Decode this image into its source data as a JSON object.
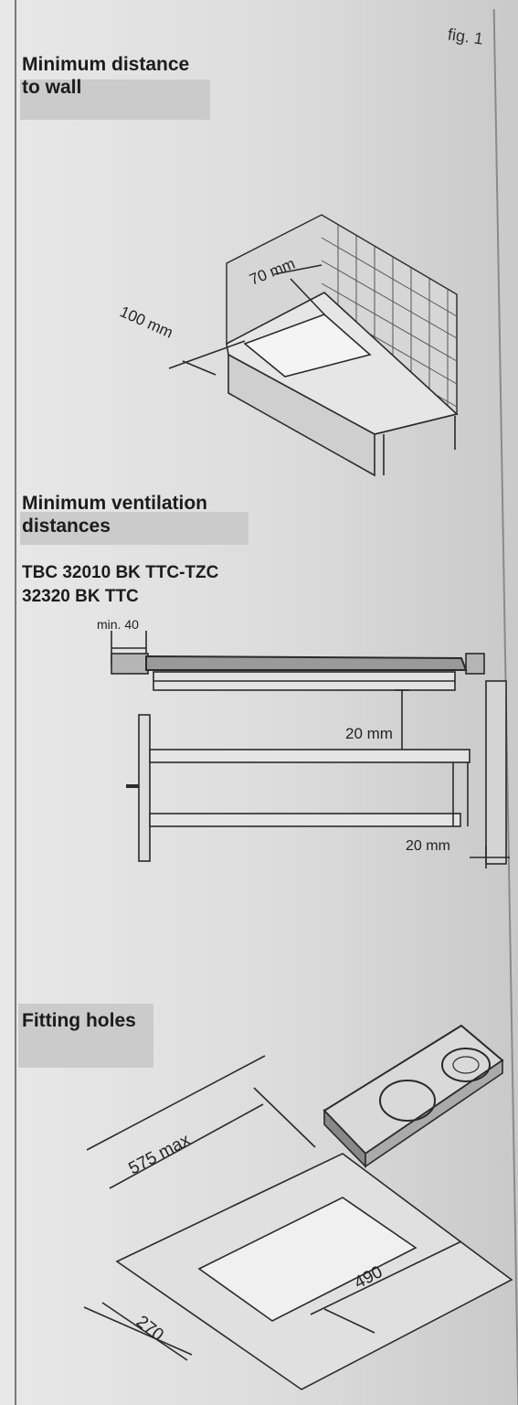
{
  "fig_label": "fig. 1",
  "sections": {
    "wall": {
      "title_line1": "Minimum distance",
      "title_line2": "to wall",
      "dim_back": "70 mm",
      "dim_side": "100 mm"
    },
    "ventilation": {
      "title_line1": "Minimum ventilation",
      "title_line2": "distances",
      "model_line1": "TBC 32010 BK TTC-TZC",
      "model_line2": "32320 BK TTC",
      "dim_min": "min. 40",
      "dim_gap_top": "20 mm",
      "dim_gap_right": "20 mm"
    },
    "fitting": {
      "title": "Fitting holes",
      "dim_width": "575 max",
      "dim_depth": "490",
      "dim_front": "270"
    }
  }
}
